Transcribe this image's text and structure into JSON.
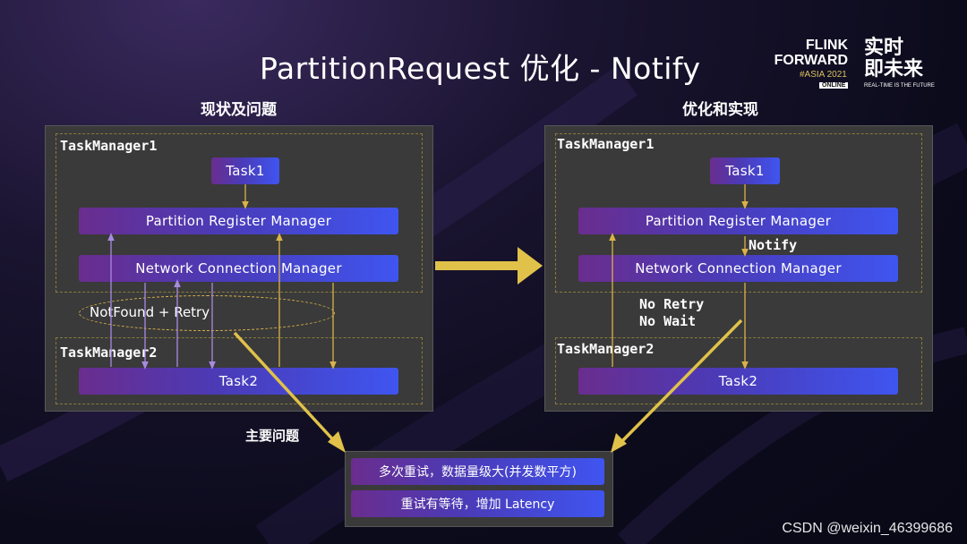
{
  "title": "PartitionRequest 优化 - Notify",
  "logo": {
    "line1": "FLINK",
    "line2": "FORWARD",
    "event": "#ASIA 2021",
    "badge": "ONLINE",
    "cn_line1": "实时",
    "cn_line2": "即未来",
    "slogan": "REAL-TIME IS THE FUTURE"
  },
  "left": {
    "heading": "现状及问题",
    "tm1": "TaskManager1",
    "task1": "Task1",
    "prm": "Partition Register Manager",
    "ncm": "Network Connection Manager",
    "retry": "NotFound + Retry",
    "tm2": "TaskManager2",
    "task2": "Task2"
  },
  "right": {
    "heading": "优化和实现",
    "tm1": "TaskManager1",
    "task1": "Task1",
    "prm": "Partition Register Manager",
    "notify": "Notify",
    "ncm": "Network Connection Manager",
    "no_retry": "No Retry",
    "no_wait": "No  Wait",
    "tm2": "TaskManager2",
    "task2": "Task2"
  },
  "problems": {
    "label": "主要问题",
    "items": [
      "多次重试，数据量级大(并发数平方)",
      "重试有等待，增加 Latency"
    ]
  },
  "watermark": "CSDN @weixin_46399686",
  "colors": {
    "accent_yellow": "#e0c24a",
    "arrow_purple": "#a88be0",
    "bar_start": "#6a2d8e",
    "bar_end": "#3f55f0"
  }
}
